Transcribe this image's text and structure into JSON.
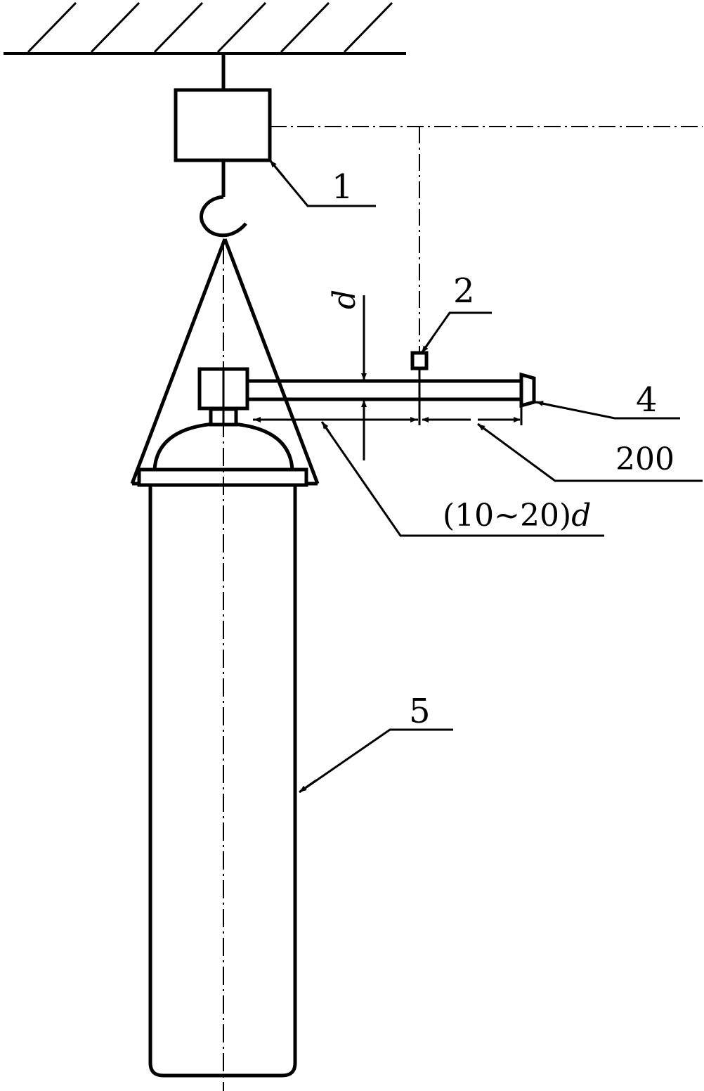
{
  "labels": {
    "hoist": "1",
    "sensor": "2",
    "end_cap": "4",
    "cylinder": "5"
  },
  "dimensions": {
    "tube_diameter": "d",
    "offset_length": "200",
    "nozzle_length_prefix": "(10~20)",
    "nozzle_length_var": "d"
  },
  "colors": {
    "stroke": "#000000",
    "background": "#ffffff"
  }
}
